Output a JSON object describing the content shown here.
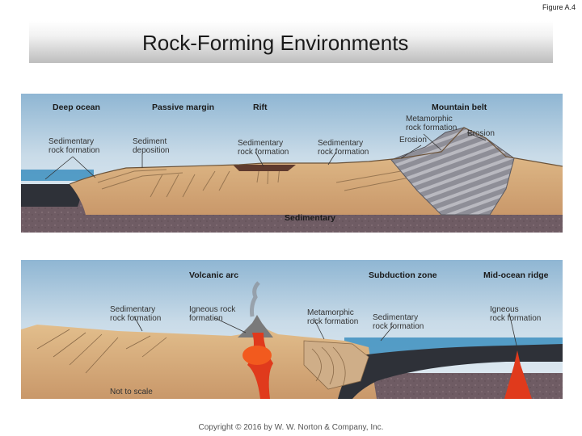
{
  "figure_label": "Figure A.4",
  "title": "Rock-Forming Environments",
  "top_panel": {
    "headers": {
      "deep_ocean": "Deep ocean",
      "passive_margin": "Passive margin",
      "rift": "Rift",
      "mountain_belt": "Mountain belt"
    },
    "labels": {
      "sed_rock_1_l1": "Sedimentary",
      "sed_rock_1_l2": "rock formation",
      "sed_depo_l1": "Sediment",
      "sed_depo_l2": "deposition",
      "sed_rock_2_l1": "Sedimentary",
      "sed_rock_2_l2": "rock formation",
      "sed_rock_3_l1": "Sedimentary",
      "sed_rock_3_l2": "rock formation",
      "meta_l1": "Metamorphic",
      "meta_l2": "rock formation",
      "erosion_left": "Erosion",
      "erosion_right": "Erosion",
      "sedimentary": "Sedimentary"
    }
  },
  "bottom_panel": {
    "headers": {
      "volcanic_arc": "Volcanic arc",
      "subduction_zone": "Subduction zone",
      "mid_ocean_ridge": "Mid-ocean ridge"
    },
    "labels": {
      "sed_rock_l1": "Sedimentary",
      "sed_rock_l2": "rock formation",
      "igneous_l1": "Igneous rock",
      "igneous_l2": "formation",
      "meta_l1": "Metamorphic",
      "meta_l2": "rock formation",
      "sed_rock_b_l1": "Sedimentary",
      "sed_rock_b_l2": "rock formation",
      "igneous_b_l1": "Igneous",
      "igneous_b_l2": "rock formation",
      "not_to_scale": "Not to scale"
    }
  },
  "copyright": "Copyright © 2016 by W. W. Norton & Company, Inc.",
  "colors": {
    "sky_top": "#8fb6d3",
    "sky_bottom": "#e2ecf3",
    "crust": "#d3a877",
    "mantle": "#6f5c64",
    "ocean": "#3d8fc0",
    "metamorphic": "#8c8c94",
    "lava": "#e03a1c"
  }
}
